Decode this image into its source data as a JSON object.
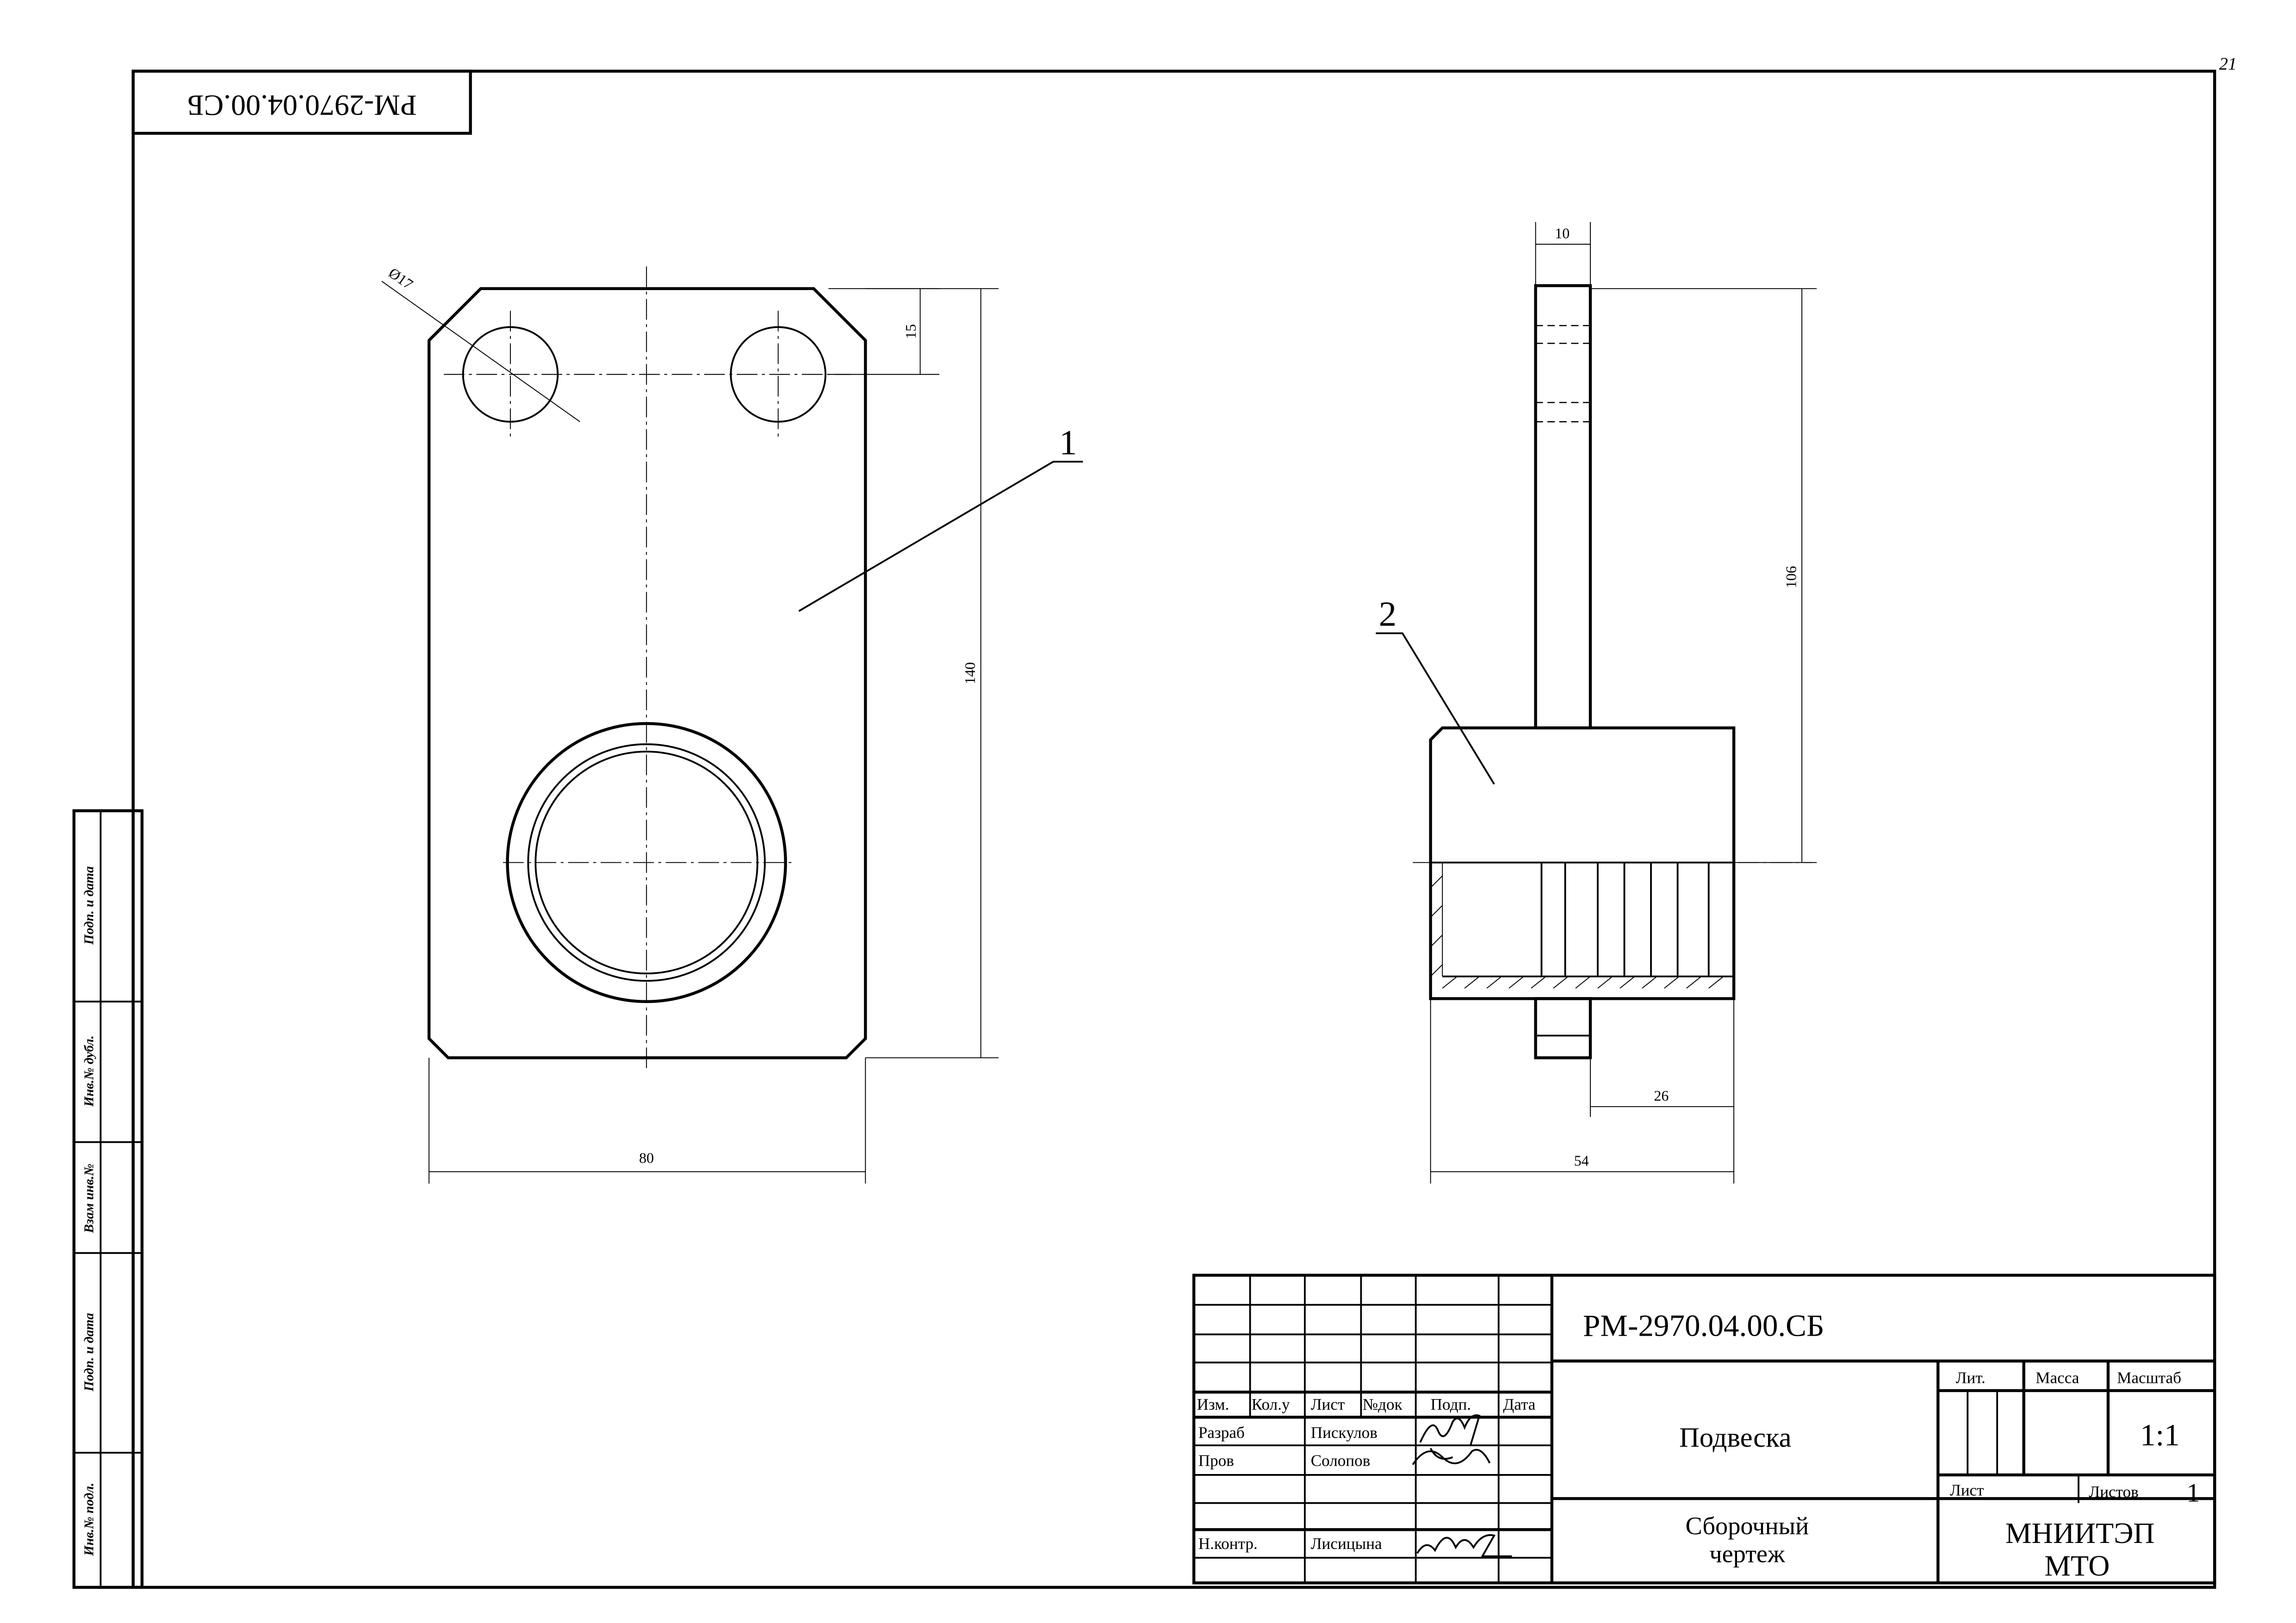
{
  "sheet": {
    "page_number": "21",
    "corner_stamp": "РМ-2970.04.00.СБ"
  },
  "side_strip": [
    "Подп. и дата",
    "Инв.№ дубл.",
    "Взам инв.№",
    "Подп. и дата",
    "Инв.№ подл."
  ],
  "drawing": {
    "part_labels": [
      "1",
      "2"
    ],
    "dimensions": {
      "hole_diameter": "Ø17",
      "hole_offset": "15",
      "plate_height": "140",
      "plate_width": "80",
      "stem_width": "10",
      "stem_length": "106",
      "thread_length": "26",
      "body_length": "54"
    }
  },
  "title_block": {
    "designation": "РМ-2970.04.00.СБ",
    "name": "Подвеска",
    "doc_type_line1": "Сборочный",
    "doc_type_line2": "чертеж",
    "organization_line1": "МНИИТЭП",
    "organization_line2": "МТО",
    "headers": [
      "Изм.",
      "Кол.у",
      "Лист",
      "№док",
      "Подп.",
      "Дата"
    ],
    "roles": [
      {
        "role": "Разраб",
        "name": "Пискулов"
      },
      {
        "role": "Пров",
        "name": "Солопов"
      },
      {
        "role": "Н.контр.",
        "name": "Лисицына"
      }
    ],
    "lit_label": "Лит.",
    "mass_label": "Масса",
    "scale_label": "Масштаб",
    "scale_value": "1:1",
    "sheet_label": "Лист",
    "sheets_label": "Листов",
    "sheets_value": "1"
  }
}
